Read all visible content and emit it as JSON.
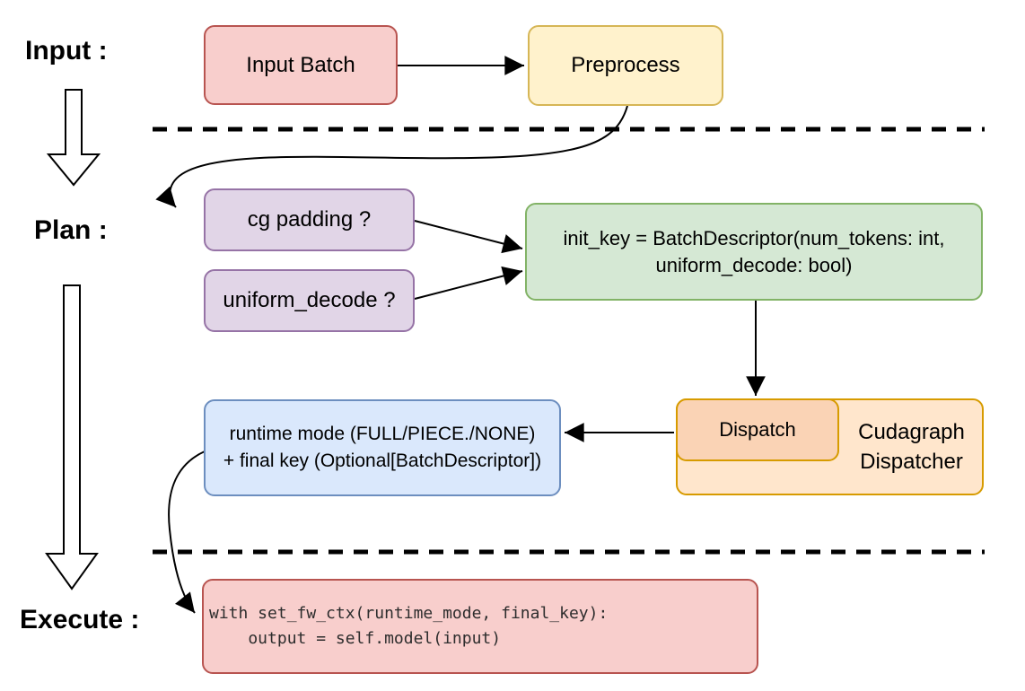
{
  "labels": {
    "input": "Input :",
    "plan": "Plan :",
    "execute": "Execute :"
  },
  "nodes": {
    "input_batch": {
      "label": "Input Batch",
      "fill": "#f8cecc",
      "border": "#b85450"
    },
    "preprocess": {
      "label": "Preprocess",
      "fill": "#fff2cc",
      "border": "#d6b656"
    },
    "cg_padding": {
      "label": "cg padding ?",
      "fill": "#e1d5e7",
      "border": "#9673a6"
    },
    "uniform_decode": {
      "label": "uniform_decode ?",
      "fill": "#e1d5e7",
      "border": "#9673a6"
    },
    "init_key": {
      "line1": "init_key = BatchDescriptor(num_tokens: int,",
      "line2": "uniform_decode: bool)",
      "fill": "#d5e8d4",
      "border": "#82b366"
    },
    "runtime_mode": {
      "line1": "runtime mode (FULL/PIECE./NONE)",
      "line2": "+ final key (Optional[BatchDescriptor])",
      "fill": "#dae8fc",
      "border": "#6c8ebf"
    },
    "dispatch": {
      "label": "Dispatch",
      "fill": "#fad3b5",
      "border": "#d79b00"
    },
    "cudagraph_dispatcher": {
      "line1": "Cudagraph",
      "line2": "Dispatcher",
      "fill": "#ffe6cc",
      "border": "#d79b00"
    },
    "execute_code": {
      "line1": "with set_fw_ctx(runtime_mode, final_key):",
      "line2": "    output = self.model(input)",
      "fill": "#f8cecc",
      "border": "#b85450"
    }
  },
  "divider_color": "#000000",
  "connector_color": "#000000"
}
